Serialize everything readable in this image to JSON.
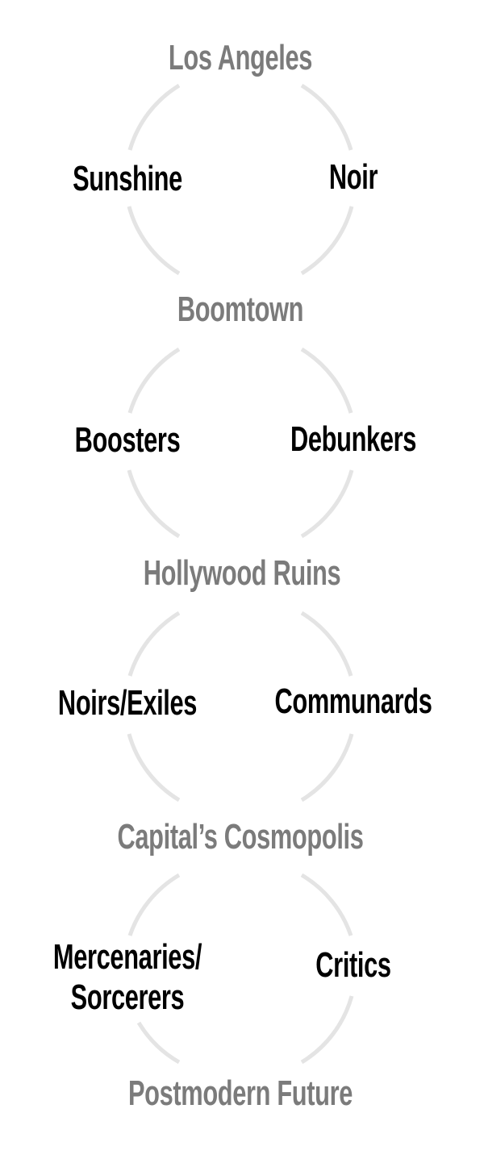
{
  "colors": {
    "stage_text": "#7b7b7b",
    "pole_text": "#000000",
    "arc_stroke": "#e4e4e4",
    "background": "#ffffff"
  },
  "stages": [
    {
      "label": "Los Angeles"
    },
    {
      "label": "Boomtown"
    },
    {
      "label": "Hollywood Ruins"
    },
    {
      "label": "Capital’s Cosmopolis"
    },
    {
      "label": "Postmodern Future"
    }
  ],
  "cycles": [
    {
      "left": "Sunshine",
      "right": "Noir"
    },
    {
      "left": "Boosters",
      "right": "Debunkers"
    },
    {
      "left": "Noirs/Exiles",
      "right": "Communards"
    },
    {
      "left_line1": "Mercenaries/",
      "left_line2": "Sorcerers",
      "right": "Critics"
    }
  ]
}
